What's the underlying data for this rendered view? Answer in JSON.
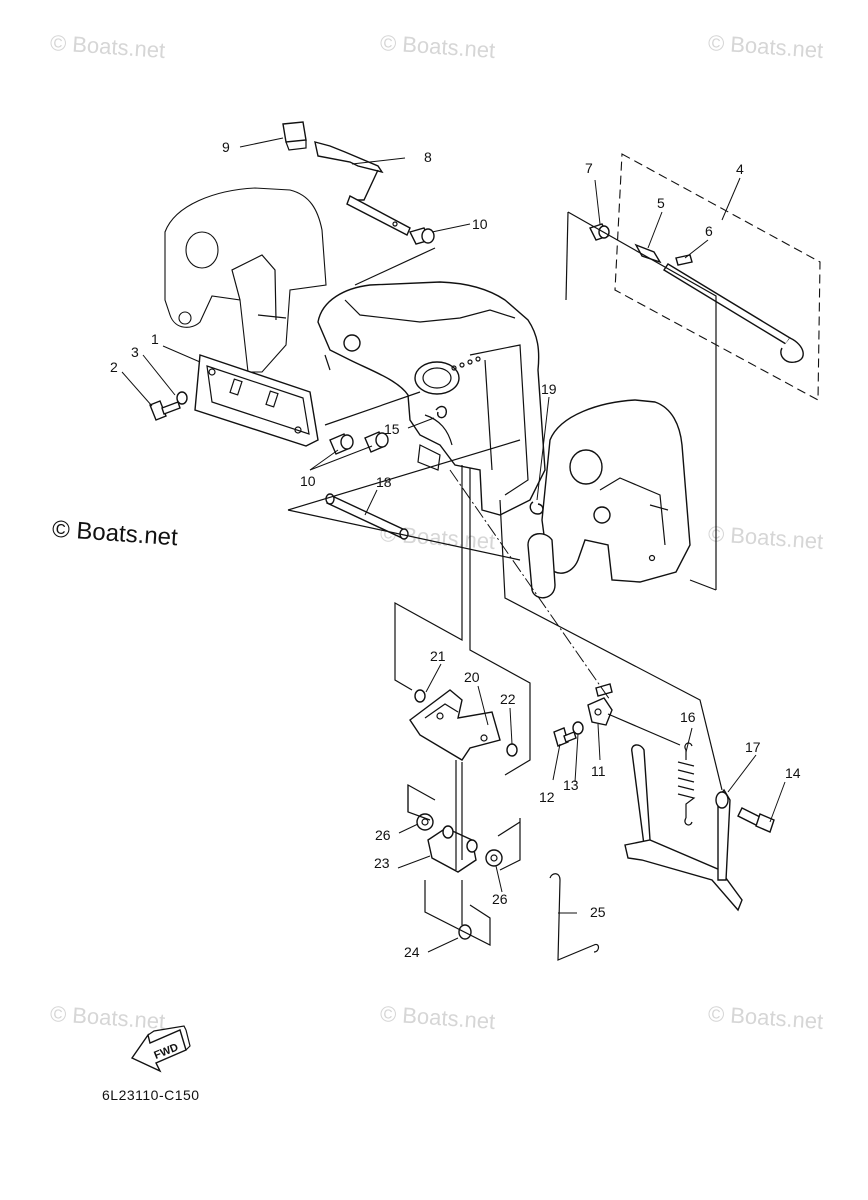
{
  "watermarks": {
    "text": "© Boats.net",
    "prominent": "© Boats.net"
  },
  "diagram": {
    "code": "6L23110-C150",
    "fwd_label": "FWD",
    "part_numbers": {
      "p1": "1",
      "p2": "2",
      "p3": "3",
      "p4": "4",
      "p5": "5",
      "p6": "6",
      "p7": "7",
      "p8": "8",
      "p9": "9",
      "p10a": "10",
      "p10b": "10",
      "p11": "11",
      "p12": "12",
      "p13": "13",
      "p14": "14",
      "p15": "15",
      "p16": "16",
      "p17": "17",
      "p18": "18",
      "p19": "19",
      "p20": "20",
      "p21": "21",
      "p22": "22",
      "p23": "23",
      "p24": "24",
      "p25": "25",
      "p26a": "26",
      "p26b": "26"
    }
  }
}
